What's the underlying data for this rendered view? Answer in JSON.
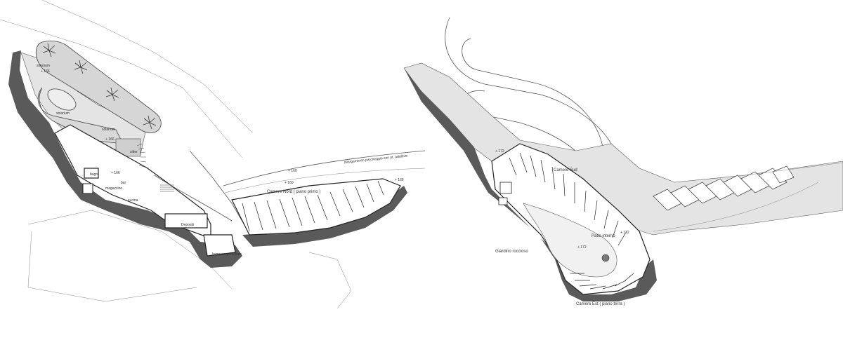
{
  "labels": {
    "solarium_1": "solarium",
    "solarium_1_elev": "+ 166",
    "solarium_2": "solarium",
    "solarium_3": "solarium",
    "solarium_3_elev": "+ 166",
    "sitter": "sitter",
    "bagni": "bagni",
    "bagni_elev": "+ 166",
    "bar": "bar",
    "cucina": "cucina",
    "magazzino": "magazzino",
    "depositi": "Depositi",
    "ingresso": "Ingresso principale",
    "elev_160": "+ 160",
    "parcheggio": "allargamento parcheggio con pt. adattivo",
    "elev_169": "+ 169",
    "camere_nord": "Camere Nord ( piano primo )",
    "elev_166b": "+ 166",
    "elev_172a": "+ 172",
    "camere_sud": "Camere Sud",
    "patio": "Patio interno",
    "elev_172b": "+ 172",
    "elev_172c": "+ 172",
    "giardino": "Giardino roccioso",
    "camere_est": "Camere Est ( piano terra )"
  },
  "colors": {
    "shadow": "#5a5a5a",
    "pavement": "#e4e4e4",
    "solarium": "#d6d6d6",
    "line": "#222222"
  }
}
